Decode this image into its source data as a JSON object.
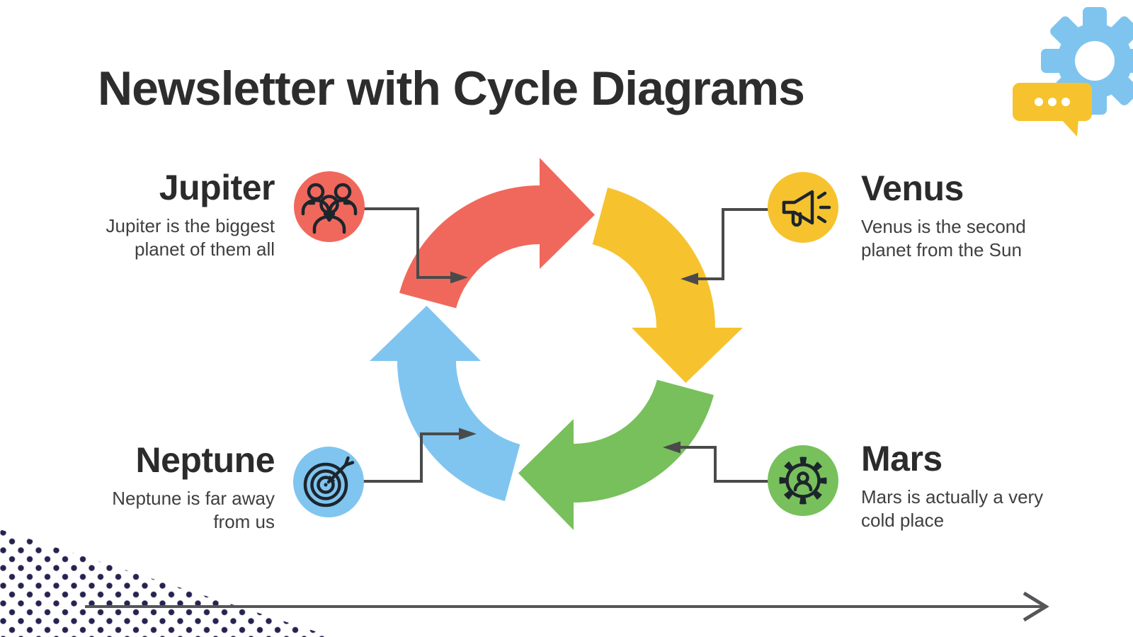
{
  "slide": {
    "title": "Newsletter with Cycle Diagrams",
    "title_color": "#2d2d2d",
    "background": "#ffffff"
  },
  "items": [
    {
      "name": "Jupiter",
      "description": "Jupiter is the biggest planet of them all",
      "color": "#F0685C",
      "icon": "team-icon",
      "position": "top-left"
    },
    {
      "name": "Venus",
      "description": "Venus is the second planet from the Sun",
      "color": "#F6C32E",
      "icon": "megaphone-icon",
      "position": "top-right"
    },
    {
      "name": "Neptune",
      "description": "Neptune is far away from us",
      "color": "#7FC5F0",
      "icon": "target-icon",
      "position": "bottom-left"
    },
    {
      "name": "Mars",
      "description": "Mars is actually a very cold place",
      "color": "#77C05C",
      "icon": "gear-person-icon",
      "position": "bottom-right"
    }
  ],
  "cycle_arrows": {
    "top_left": "#F0685C",
    "top_right": "#F6C32E",
    "bottom_right": "#77C05C",
    "bottom_left": "#7FC5F0"
  },
  "decorations": {
    "gear_color": "#7EC4EF",
    "speech_bubble_color": "#F6C32E",
    "dots_color": "#262350",
    "connector_color": "#4A4A4A",
    "icon_stroke_color": "#1d252c"
  }
}
